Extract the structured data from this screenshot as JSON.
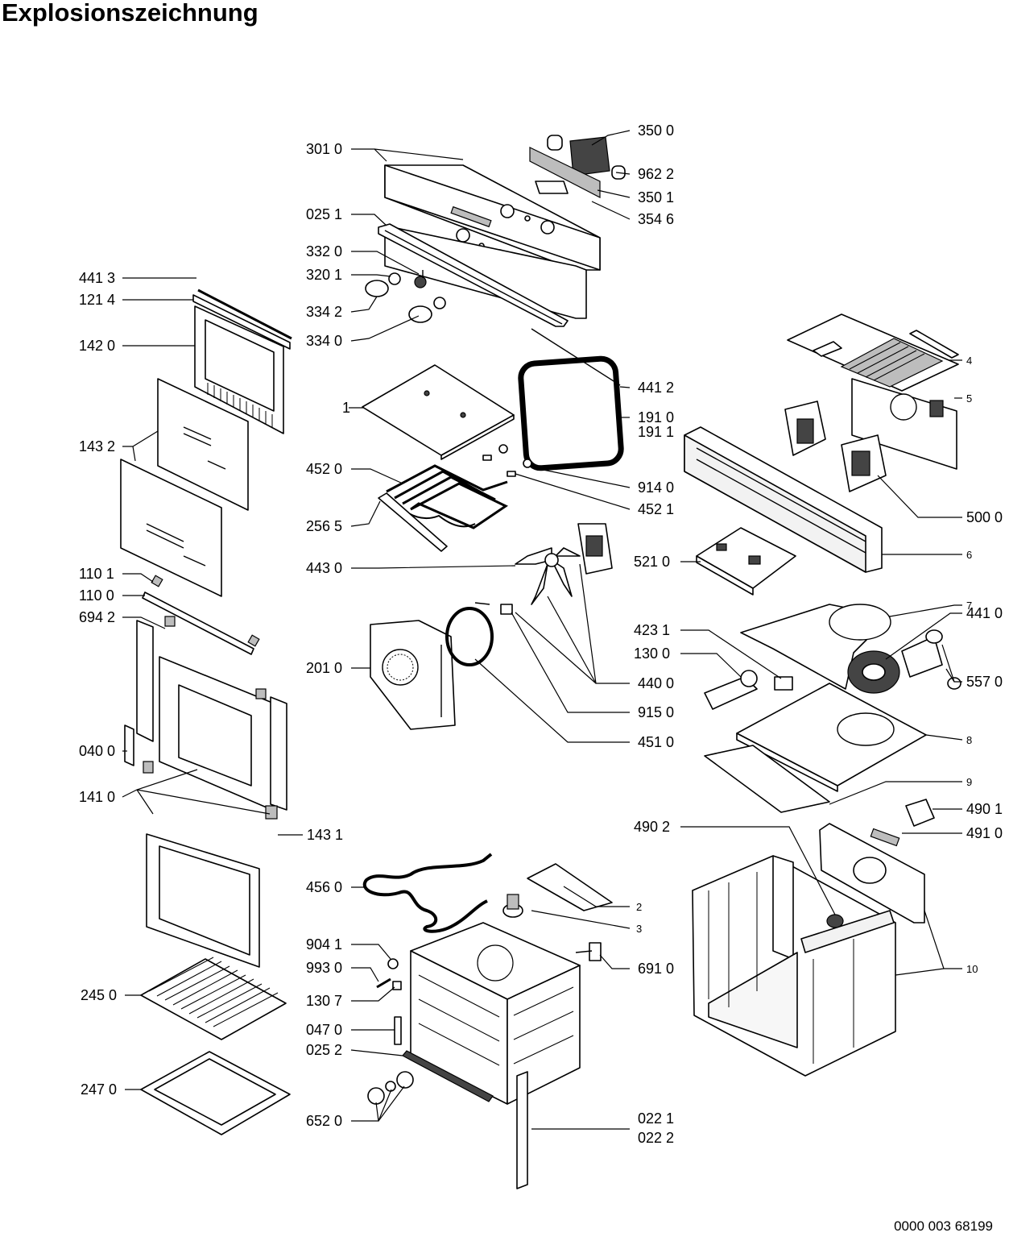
{
  "title": "Explosionszeichnung",
  "document_number": "0000 003 68199",
  "labels": {
    "l3500": "350 0",
    "l9622": "962 2",
    "l3501": "350 1",
    "l3546": "354 6",
    "l3010": "301 0",
    "l0251": "025 1",
    "l3320": "332 0",
    "l3201": "320 1",
    "l3342": "334 2",
    "l3340": "334 0",
    "l4413": "441 3",
    "l1214": "121 4",
    "l1420": "142 0",
    "l1432": "143 2",
    "l4412": "441 2",
    "l1910": "191 0",
    "l1911": "191 1",
    "l1": "1",
    "l4520": "452 0",
    "l9140": "914 0",
    "l4521": "452 1",
    "l2565": "256 5",
    "l4430": "443 0",
    "l5210": "521 0",
    "l1101": "110 1",
    "l1100": "110 0",
    "l6942": "694 2",
    "l2010": "201 0",
    "l4231": "423 1",
    "l1300": "130 0",
    "l4400": "440 0",
    "l9150": "915 0",
    "l4510": "451 0",
    "l0400": "040 0",
    "l1410": "141 0",
    "l1431": "143 1",
    "l4902": "490 2",
    "l4901": "490 1",
    "l4910": "491 0",
    "l4560": "456 0",
    "l2": "2",
    "l3": "3",
    "l9041": "904 1",
    "l9930": "993 0",
    "l6910": "691 0",
    "l1307": "130 7",
    "l2450": "245 0",
    "l0470": "047 0",
    "l0252": "025 2",
    "l2470": "247 0",
    "l6520": "652 0",
    "l0221": "022 1",
    "l0222": "022 2",
    "l4": "4",
    "l5": "5",
    "l5000": "500 0",
    "l6": "6",
    "l7": "7",
    "l4410": "441 0",
    "l5570": "557 0",
    "l8": "8",
    "l9": "9",
    "l10": "10"
  }
}
